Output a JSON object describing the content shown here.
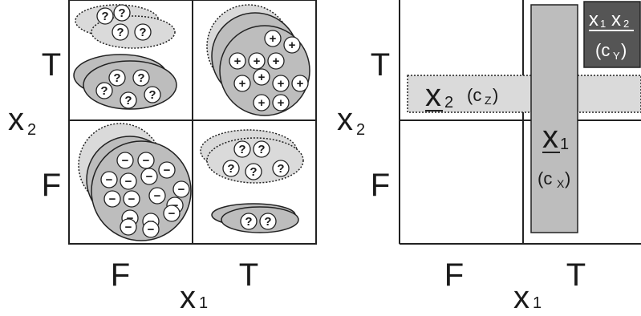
{
  "left_panel": {
    "x_axis": {
      "name": "x",
      "subscript": "1",
      "left_label": "F",
      "right_label": "T"
    },
    "y_axis": {
      "name": "x",
      "subscript": "2",
      "top_label": "T",
      "bottom_label": "F"
    },
    "cells": {
      "top_left": {
        "marker": "?"
      },
      "top_right": {
        "marker": "+"
      },
      "bottom_left": {
        "marker": "−"
      },
      "bottom_right": {
        "marker": "?"
      }
    }
  },
  "right_panel": {
    "x_axis": {
      "name": "x",
      "subscript": "1",
      "left_label": "F",
      "right_label": "T"
    },
    "y_axis": {
      "name": "x",
      "subscript": "2",
      "top_label": "T",
      "bottom_label": "F"
    },
    "rect_x2": {
      "var": "x",
      "var_sub": "2",
      "coef": "(c",
      "coef_sub": "Z",
      "close": ")"
    },
    "rect_x1": {
      "var": "x",
      "var_sub": "1",
      "coef": "(c",
      "coef_sub": "X",
      "close": ")"
    },
    "rect_x1x2": {
      "var_a": "x",
      "var_a_sub": "1",
      "var_b": "x",
      "var_b_sub": "2",
      "coef": "(c",
      "coef_sub": "Y",
      "close": ")"
    }
  },
  "colors": {
    "light_fill": "#dadada",
    "mid_fill": "#bdbdbd",
    "dark_fill": "#555555",
    "circle_fill": "#ffffff",
    "line": "#222222"
  }
}
